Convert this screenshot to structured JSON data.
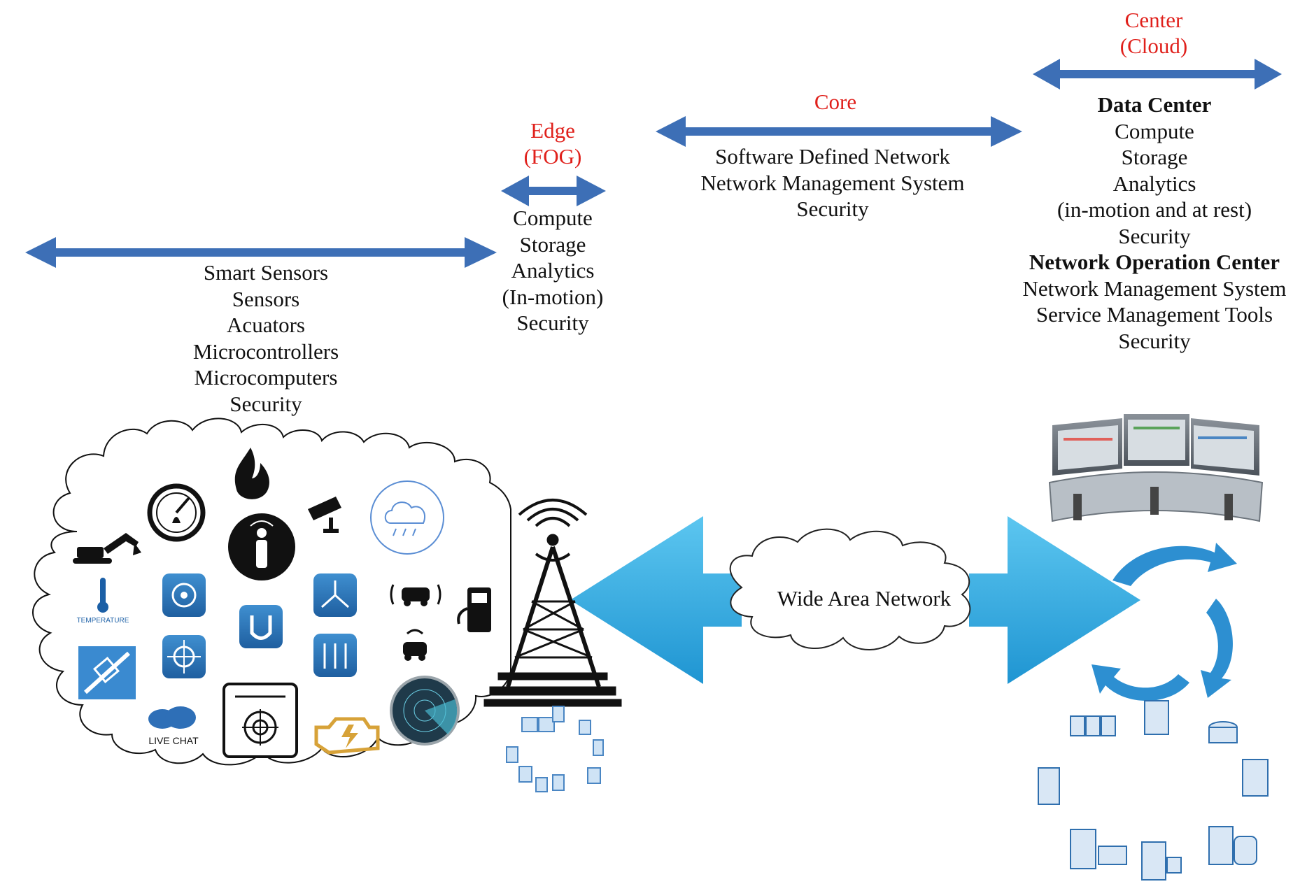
{
  "colors": {
    "arrow": "#3d6fb6",
    "label_red": "#e0201b",
    "big_arrow": "#29a9df"
  },
  "tiers": {
    "center": {
      "title": [
        "Center",
        "(Cloud)"
      ],
      "data_center_heading": "Data Center",
      "data_center_items": [
        "Compute",
        "Storage",
        "Analytics",
        "(in-motion and at rest)",
        "Security"
      ],
      "noc_heading": "Network Operation Center",
      "noc_items": [
        "Network Management System",
        "Service Management Tools",
        "Security"
      ]
    },
    "core": {
      "title": "Core",
      "items": [
        "Software Defined Network",
        "Network Management System",
        "Security"
      ]
    },
    "edge": {
      "title": [
        "Edge",
        "(FOG)"
      ],
      "items": [
        "Compute",
        "Storage",
        "Analytics",
        "(In-motion)",
        "Security"
      ]
    },
    "devices": {
      "items": [
        "Smart Sensors",
        "Sensors",
        "Acuators",
        "Microcontrollers",
        "Microcomputers",
        "Security"
      ]
    }
  },
  "wan_label": "Wide Area Network",
  "icon_labels": {
    "temperature": "TEMPERATURE",
    "live_chat": "LIVE CHAT"
  },
  "icons": [
    "excavator-icon",
    "gauge-icon",
    "fire-icon",
    "cctv-camera-icon",
    "weather-cloud-icon",
    "person-signal-icon",
    "thermometer-icon",
    "compass-sensor-icon",
    "magnet-sensor-icon",
    "accelerometer-icon",
    "car-signal-icon",
    "fuel-pump-icon",
    "satellite-icon",
    "touch-sensor-icon",
    "altimeter-icon",
    "car-wifi-icon",
    "live-chat-icon",
    "target-icon",
    "engine-icon",
    "radar-icon",
    "cell-tower-icon",
    "control-room-icon",
    "refresh-cycle-icon",
    "server-cluster-icon"
  ]
}
